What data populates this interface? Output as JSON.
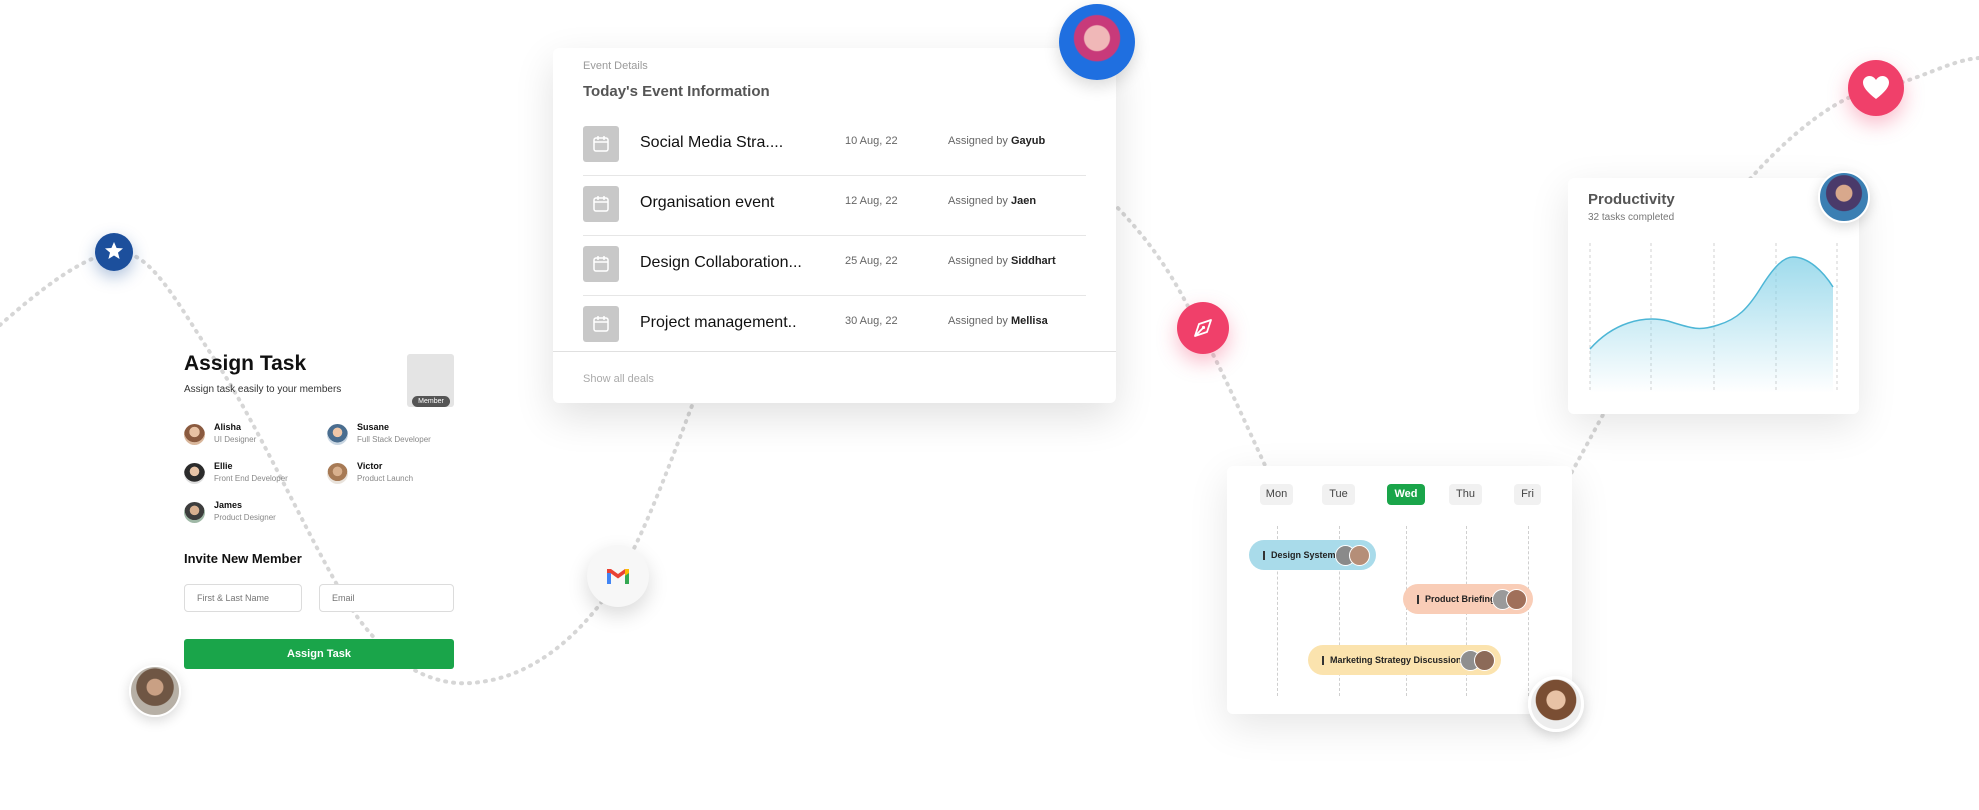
{
  "assign_task": {
    "title": "Assign Task",
    "subtitle": "Assign task easily to your members",
    "member_badge": "Member",
    "members": [
      {
        "name": "Alisha",
        "role": "UI Designer"
      },
      {
        "name": "Susane",
        "role": "Full Stack Developer"
      },
      {
        "name": "Ellie",
        "role": "Front End Developer"
      },
      {
        "name": "Victor",
        "role": "Product Launch"
      },
      {
        "name": "James",
        "role": "Product Designer"
      }
    ],
    "invite_title": "Invite New Member",
    "name_placeholder": "First & Last Name",
    "email_placeholder": "Email",
    "button_label": "Assign Task"
  },
  "events": {
    "caption": "Event Details",
    "title": "Today's Event Information",
    "assigned_prefix": "Assigned by",
    "rows": [
      {
        "name": "Social Media Stra....",
        "date": "10 Aug, 22",
        "assignee": "Gayub"
      },
      {
        "name": "Organisation event",
        "date": "12 Aug, 22",
        "assignee": "Jaen"
      },
      {
        "name": "Design Collaboration...",
        "date": "25 Aug, 22",
        "assignee": "Siddhart"
      },
      {
        "name": "Project management..",
        "date": "30 Aug, 22",
        "assignee": "Mellisa"
      }
    ],
    "show_all": "Show all deals"
  },
  "productivity": {
    "title": "Productivity",
    "subtitle": "32 tasks completed",
    "fill_color": "#7fcfe6"
  },
  "schedule": {
    "days": [
      "Mon",
      "Tue",
      "Wed",
      "Thu",
      "Fri"
    ],
    "active_day": "Wed",
    "tasks": [
      {
        "label": "Design System",
        "color": "#a9dbea"
      },
      {
        "label": "Product Briefing",
        "color": "#f9cdb7"
      },
      {
        "label": "Marketing Strategy Discussion",
        "color": "#fbe3ae"
      }
    ]
  },
  "colors": {
    "primary_green": "#1aa54a",
    "pink_accent": "#f0406a",
    "navy_accent": "#1c4f9c"
  },
  "icons": {
    "star": "star-icon",
    "heart": "heart-icon",
    "pen": "pen-nib-icon",
    "mail": "gmail-icon",
    "calendar": "calendar-icon"
  }
}
